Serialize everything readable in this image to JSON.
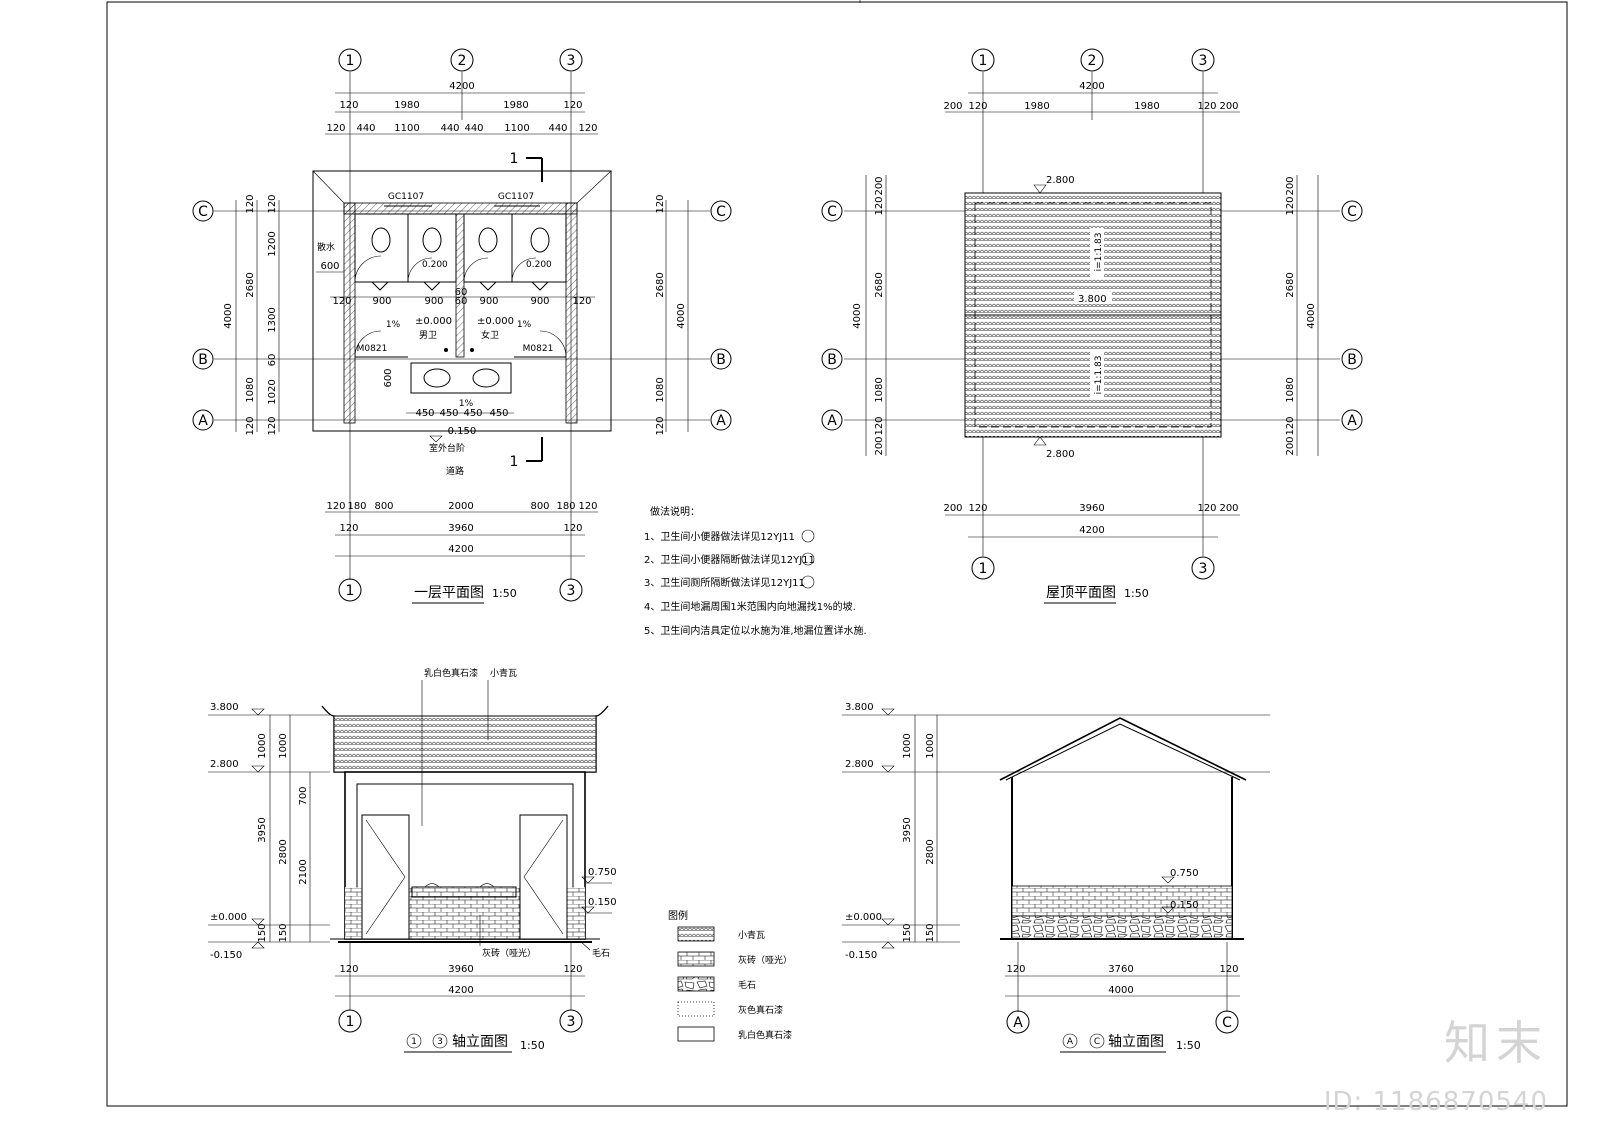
{
  "axis_labels": {
    "a1": "1",
    "a2": "2",
    "a3": "3",
    "aA": "A",
    "aB": "B",
    "aC": "C"
  },
  "plan1": {
    "title": "一层平面图",
    "scale": "1:50",
    "dims": {
      "total": "4200",
      "d1980": "1980",
      "d120": "120",
      "d440": "440",
      "d1100": "1100",
      "d2680": "2680",
      "d4000": "4000",
      "d1200": "1200",
      "d1300": "1300",
      "d1080": "1080",
      "d1020": "1020",
      "d60": "60",
      "d600": "600",
      "d900": "900",
      "d450": "450",
      "d180": "180",
      "d800": "800",
      "d2000": "2000",
      "d3960": "3960"
    },
    "windows": [
      "GC1107",
      "GC1107"
    ],
    "doors": [
      "M0821",
      "M0821"
    ],
    "rooms": [
      "男卫",
      "女卫"
    ],
    "elevations": {
      "e0200": "0.200",
      "e000": "±0.000",
      "em0150": "-0.150"
    },
    "slope": "1%",
    "section_mark": "1",
    "ramp_label": "散水",
    "outdoor_step": "室外台阶",
    "road": "道路"
  },
  "roof_plan": {
    "title": "屋顶平面图",
    "scale": "1:50",
    "elev_2800": "2.800",
    "elev_3800": "3.800",
    "slope": "i=1:1.83",
    "dims": {
      "d200": "200",
      "d120": "120",
      "d1980": "1980",
      "d4200": "4200",
      "d2680": "2680",
      "d4000": "4000",
      "d1080": "1080",
      "d3960": "3960"
    }
  },
  "notes": {
    "title": "做法说明：",
    "items": [
      "1、卫生间小便器做法详见12YJ11",
      "2、卫生间小便器隔断做法详见12YJ11",
      "3、卫生间厕所隔断做法详见12YJ11",
      "4、卫生间地漏周围1米范围内向地漏找1%的坡.",
      "5、卫生间内洁具定位以水施为准,地漏位置详水施."
    ]
  },
  "elev1": {
    "title": "轴立面图",
    "scale": "1:50",
    "from_axis": "1",
    "to_axis": "3",
    "labels": {
      "stucco_white": "乳白色真石漆",
      "tile": "小青瓦",
      "brick": "灰砖（哑光）",
      "rubble": "毛石"
    },
    "levels": {
      "l3800": "3.800",
      "l2800": "2.800",
      "l000": "±0.000",
      "lm0150": "-0.150",
      "l0750": "0.750",
      "l0150": "0.150"
    },
    "dims": {
      "d1000": "1000",
      "d3950": "3950",
      "d700": "700",
      "d2800": "2800",
      "d2100": "2100",
      "d150": "150",
      "d120": "120",
      "d3960": "3960",
      "d4200": "4200"
    }
  },
  "elev2": {
    "title": "轴立面图",
    "scale": "1:50",
    "from_axis": "A",
    "to_axis": "C",
    "levels": {
      "l3800": "3.800",
      "l2800": "2.800",
      "l000": "±0.000",
      "lm0150": "-0.150",
      "l0750": "0.750",
      "l0150": "0.150"
    },
    "dims": {
      "d1000": "1000",
      "d3950": "3950",
      "d2800": "2800",
      "d150": "150",
      "d120": "120",
      "d3760": "3760",
      "d4000": "4000"
    }
  },
  "legend": {
    "title": "图例",
    "items": [
      "小青瓦",
      "灰砖（哑光）",
      "毛石",
      "灰色真石漆",
      "乳白色真石漆"
    ]
  },
  "watermark": {
    "logo": "知末",
    "id": "ID: 1186870540"
  }
}
